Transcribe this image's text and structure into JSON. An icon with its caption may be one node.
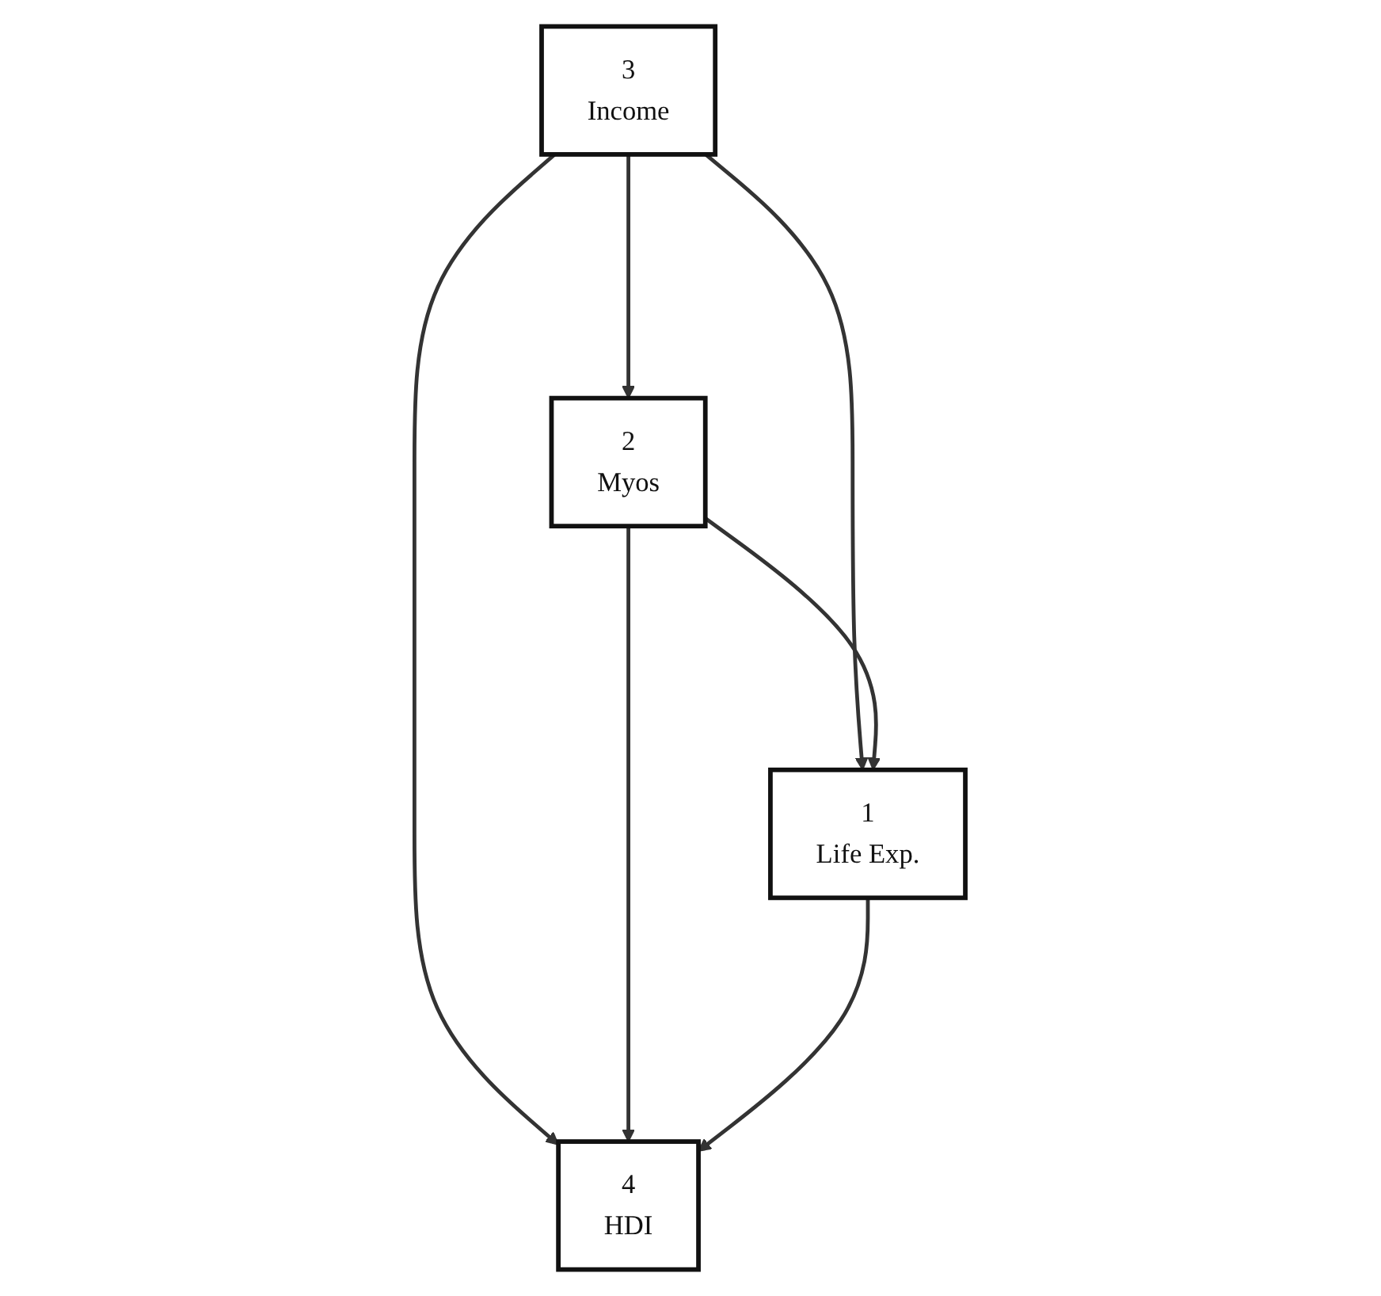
{
  "diagram": {
    "nodes": [
      {
        "text": [
          "3",
          "Income"
        ]
      },
      {
        "text": [
          "2",
          "Myos"
        ]
      },
      {
        "text": [
          "4",
          "HDI"
        ]
      },
      {
        "text": [
          "1",
          "Life Exp."
        ]
      }
    ],
    "edges": [
      {
        "from": 0,
        "to": 1,
        "arrow": "to"
      },
      {
        "from": 0,
        "to": 2,
        "arrow": "to"
      },
      {
        "from": 0,
        "to": 3,
        "arrow": "to"
      },
      {
        "from": 1,
        "to": 2,
        "arrow": "to"
      },
      {
        "from": 1,
        "to": 3,
        "arrow": "to"
      },
      {
        "from": 3,
        "to": 2,
        "arrow": "to"
      }
    ]
  }
}
